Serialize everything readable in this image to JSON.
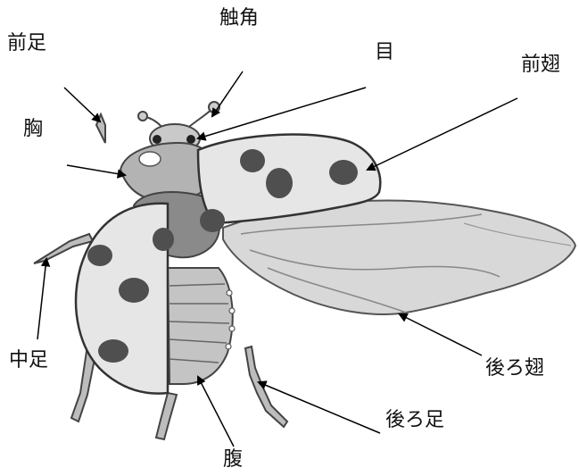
{
  "labels": {
    "shokkaku": "触角",
    "maeashi": "前足",
    "me": "目",
    "maebane": "前翅",
    "mune": "胸",
    "nakaashi": "中足",
    "ushirobane": "後ろ翅",
    "ushiroashi": "後ろ足",
    "hara": "腹"
  },
  "colors": {
    "outline": "#3a3a3a",
    "shell": "#e6e6e6",
    "spot": "#4f4f4f",
    "thorax": "#b3b3b3",
    "hindwing": "#d8d8d8",
    "abdomen": "#c4c4c4",
    "arrow": "#000000"
  }
}
